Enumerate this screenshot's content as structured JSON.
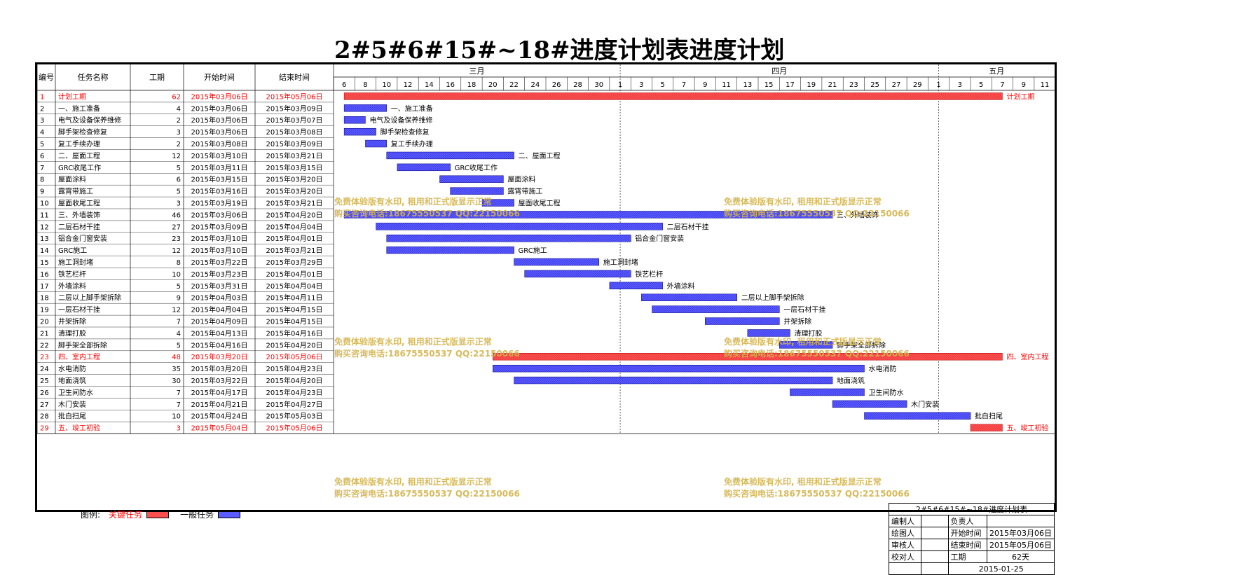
{
  "title": "2#5#6#15#~18#进度计划表进度计划",
  "columns": {
    "num": "编号",
    "name": "任务名称",
    "dur": "工期",
    "start": "开始时间",
    "end": "结束时间"
  },
  "months": [
    "三月",
    "四月",
    "五月"
  ],
  "day_ticks": [
    "6",
    "8",
    "10",
    "12",
    "14",
    "16",
    "18",
    "20",
    "22",
    "24",
    "26",
    "28",
    "30",
    "1",
    "3",
    "5",
    "7",
    "9",
    "11",
    "13",
    "15",
    "17",
    "19",
    "21",
    "23",
    "25",
    "27",
    "29",
    "1",
    "3",
    "5",
    "7",
    "9",
    "11"
  ],
  "colors": {
    "critical": "#ff5050",
    "normal": "#5b5bff",
    "critical_text": "#ff0000"
  },
  "chart_data": {
    "type": "gantt",
    "x_range": [
      "2015-03-05",
      "2015-05-11"
    ],
    "categories": [
      "1",
      "2",
      "3",
      "4",
      "5",
      "6",
      "7",
      "8",
      "9",
      "10",
      "11",
      "12",
      "13",
      "14",
      "15",
      "16",
      "17",
      "18",
      "19",
      "20",
      "21",
      "22",
      "23",
      "24",
      "25",
      "26",
      "27",
      "28",
      "29"
    ],
    "tasks": [
      {
        "id": "1",
        "name": "计划工期",
        "duration": 62,
        "start": "2015年03月06日",
        "end": "2015年05月06日",
        "s": "2015-03-06",
        "e": "2015-05-06",
        "critical": true
      },
      {
        "id": "2",
        "name": "一、施工准备",
        "duration": 4,
        "start": "2015年03月06日",
        "end": "2015年03月09日",
        "s": "2015-03-06",
        "e": "2015-03-09",
        "critical": false
      },
      {
        "id": "3",
        "name": "电气及设备保养维修",
        "duration": 2,
        "start": "2015年03月06日",
        "end": "2015年03月07日",
        "s": "2015-03-06",
        "e": "2015-03-07",
        "critical": false
      },
      {
        "id": "4",
        "name": "脚手架检查修复",
        "duration": 3,
        "start": "2015年03月06日",
        "end": "2015年03月08日",
        "s": "2015-03-06",
        "e": "2015-03-08",
        "critical": false
      },
      {
        "id": "5",
        "name": "复工手续办理",
        "duration": 2,
        "start": "2015年03月08日",
        "end": "2015年03月09日",
        "s": "2015-03-08",
        "e": "2015-03-09",
        "critical": false
      },
      {
        "id": "6",
        "name": "二、屋面工程",
        "duration": 12,
        "start": "2015年03月10日",
        "end": "2015年03月21日",
        "s": "2015-03-10",
        "e": "2015-03-21",
        "critical": false
      },
      {
        "id": "7",
        "name": "GRC收尾工作",
        "duration": 5,
        "start": "2015年03月11日",
        "end": "2015年03月15日",
        "s": "2015-03-11",
        "e": "2015-03-15",
        "critical": false
      },
      {
        "id": "8",
        "name": "屋面涂料",
        "duration": 6,
        "start": "2015年03月15日",
        "end": "2015年03月20日",
        "s": "2015-03-15",
        "e": "2015-03-20",
        "critical": false
      },
      {
        "id": "9",
        "name": "露霄带施工",
        "duration": 5,
        "start": "2015年03月16日",
        "end": "2015年03月20日",
        "s": "2015-03-16",
        "e": "2015-03-20",
        "critical": false
      },
      {
        "id": "10",
        "name": "屋面收尾工程",
        "duration": 3,
        "start": "2015年03月19日",
        "end": "2015年03月21日",
        "s": "2015-03-19",
        "e": "2015-03-21",
        "critical": false
      },
      {
        "id": "11",
        "name": "三、外墙装饰",
        "duration": 46,
        "start": "2015年03月06日",
        "end": "2015年04月20日",
        "s": "2015-03-06",
        "e": "2015-04-20",
        "critical": false
      },
      {
        "id": "12",
        "name": "二层石材干挂",
        "duration": 27,
        "start": "2015年03月09日",
        "end": "2015年04月04日",
        "s": "2015-03-09",
        "e": "2015-04-04",
        "critical": false
      },
      {
        "id": "13",
        "name": "铝合金门窗安装",
        "duration": 23,
        "start": "2015年03月10日",
        "end": "2015年04月01日",
        "s": "2015-03-10",
        "e": "2015-04-01",
        "critical": false
      },
      {
        "id": "14",
        "name": "GRC施工",
        "duration": 12,
        "start": "2015年03月10日",
        "end": "2015年03月21日",
        "s": "2015-03-10",
        "e": "2015-03-21",
        "critical": false
      },
      {
        "id": "15",
        "name": "施工洞封堵",
        "duration": 8,
        "start": "2015年03月22日",
        "end": "2015年03月29日",
        "s": "2015-03-22",
        "e": "2015-03-29",
        "critical": false
      },
      {
        "id": "16",
        "name": "铁艺栏杆",
        "duration": 10,
        "start": "2015年03月23日",
        "end": "2015年04月01日",
        "s": "2015-03-23",
        "e": "2015-04-01",
        "critical": false
      },
      {
        "id": "17",
        "name": "外墙涂料",
        "duration": 5,
        "start": "2015年03月31日",
        "end": "2015年04月04日",
        "s": "2015-03-31",
        "e": "2015-04-04",
        "critical": false
      },
      {
        "id": "18",
        "name": "二层以上脚手架拆除",
        "duration": 9,
        "start": "2015年04月03日",
        "end": "2015年04月11日",
        "s": "2015-04-03",
        "e": "2015-04-11",
        "critical": false
      },
      {
        "id": "19",
        "name": "一层石材干挂",
        "duration": 12,
        "start": "2015年04月04日",
        "end": "2015年04月15日",
        "s": "2015-04-04",
        "e": "2015-04-15",
        "critical": false
      },
      {
        "id": "20",
        "name": "井架拆除",
        "duration": 7,
        "start": "2015年04月09日",
        "end": "2015年04月15日",
        "s": "2015-04-09",
        "e": "2015-04-15",
        "critical": false
      },
      {
        "id": "21",
        "name": "清理打胶",
        "duration": 4,
        "start": "2015年04月13日",
        "end": "2015年04月16日",
        "s": "2015-04-13",
        "e": "2015-04-16",
        "critical": false
      },
      {
        "id": "22",
        "name": "脚手架全部拆除",
        "duration": 5,
        "start": "2015年04月16日",
        "end": "2015年04月20日",
        "s": "2015-04-16",
        "e": "2015-04-20",
        "critical": false
      },
      {
        "id": "23",
        "name": "四、室内工程",
        "duration": 48,
        "start": "2015年03月20日",
        "end": "2015年05月06日",
        "s": "2015-03-20",
        "e": "2015-05-06",
        "critical": true
      },
      {
        "id": "24",
        "name": "水电消防",
        "duration": 35,
        "start": "2015年03月20日",
        "end": "2015年04月23日",
        "s": "2015-03-20",
        "e": "2015-04-23",
        "critical": false
      },
      {
        "id": "25",
        "name": "地面浇筑",
        "duration": 30,
        "start": "2015年03月22日",
        "end": "2015年04月20日",
        "s": "2015-03-22",
        "e": "2015-04-20",
        "critical": false
      },
      {
        "id": "26",
        "name": "卫生间防水",
        "duration": 7,
        "start": "2015年04月17日",
        "end": "2015年04月23日",
        "s": "2015-04-17",
        "e": "2015-04-23",
        "critical": false
      },
      {
        "id": "27",
        "name": "木门安装",
        "duration": 7,
        "start": "2015年04月21日",
        "end": "2015年04月27日",
        "s": "2015-04-21",
        "e": "2015-04-27",
        "critical": false
      },
      {
        "id": "28",
        "name": "批白扫尾",
        "duration": 10,
        "start": "2015年04月24日",
        "end": "2015年05月03日",
        "s": "2015-04-24",
        "e": "2015-05-03",
        "critical": false
      },
      {
        "id": "29",
        "name": "五、竣工初验",
        "duration": 3,
        "start": "2015年05月04日",
        "end": "2015年05月06日",
        "s": "2015-05-04",
        "e": "2015-05-06",
        "critical": true
      }
    ]
  },
  "legend": {
    "label": "图例:",
    "critical": "关键任务",
    "normal": "一般任务"
  },
  "info": {
    "title": "2#5#6#15#~18#进度计划表",
    "r1": [
      "编制人",
      "",
      "负责人",
      ""
    ],
    "r2": [
      "绘图人",
      "",
      "开始时间",
      "2015年03月06日"
    ],
    "r3": [
      "审核人",
      "",
      "结束时间",
      "2015年05月06日"
    ],
    "r4": [
      "校对人",
      "",
      "工期",
      "62天"
    ],
    "date": "2015-01-25"
  },
  "watermark": [
    "免费体验版有水印, 租用和正式版显示正常",
    "购买咨询电话:18675550537 QQ:22150066"
  ]
}
